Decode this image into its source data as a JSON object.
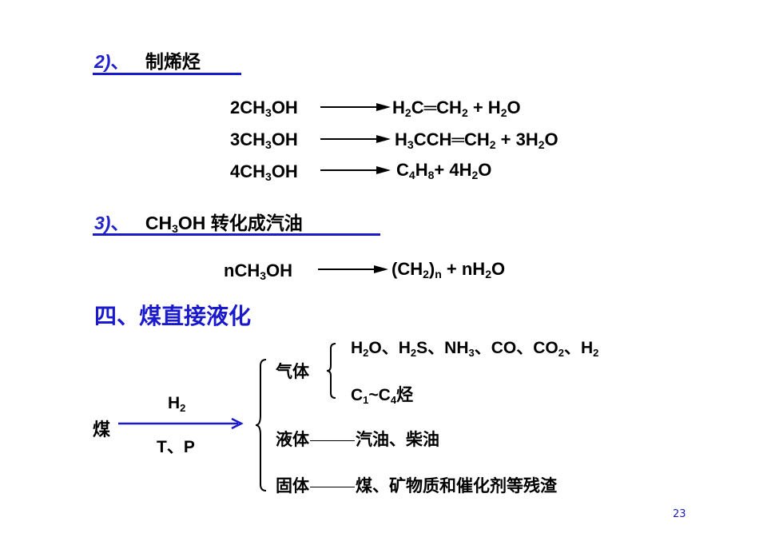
{
  "section2": {
    "number": "2)",
    "sep": "、",
    "title": "制烯烃"
  },
  "equations2": [
    {
      "lhs_coef": "2CH",
      "lhs_sub": "3",
      "lhs_end": "OH",
      "rhs_html": "H<sub>2</sub>C═CH<sub>2</sub> + H<sub>2</sub>O"
    },
    {
      "lhs_coef": "3CH",
      "lhs_sub": "3",
      "lhs_end": "OH",
      "rhs_html": "H<sub>3</sub>CCH═CH<sub>2</sub> + 3H<sub>2</sub>O"
    },
    {
      "lhs_coef": "4CH",
      "lhs_sub": "3",
      "lhs_end": "OH",
      "rhs_html": "C<sub>4</sub>H<sub>8</sub>+ 4H<sub>2</sub>O"
    }
  ],
  "section3": {
    "number": "3)",
    "sep": "、",
    "title_pre": "CH",
    "title_sub": "3",
    "title_post": "OH 转化成汽油"
  },
  "equation3": {
    "lhs_coef": "nCH",
    "lhs_sub": "3",
    "lhs_end": "OH",
    "rhs_html": "(CH<sub>2</sub>)<sub>n</sub> + nH<sub>2</sub>O"
  },
  "section4": {
    "title": "四、煤直接液化"
  },
  "liquefaction": {
    "source": "煤",
    "cond_top_pre": "H",
    "cond_top_sub": "2",
    "cond_bottom": "T、P",
    "gas_label": "气体",
    "gas_line1_html": "H<sub>2</sub>O、H<sub>2</sub>S、NH<sub>3</sub>、CO、CO<sub>2</sub>、H<sub>2</sub>",
    "gas_line2_html": "C<sub>1</sub>~C<sub>4</sub>烃",
    "liquid_label": "液体",
    "liquid_value": "汽油、柴油",
    "solid_label": "固体",
    "solid_value": "煤、矿物质和催化剂等残渣"
  },
  "page_number": "23",
  "colors": {
    "accent": "#1a1acc",
    "text": "#000000",
    "background": "#ffffff"
  }
}
